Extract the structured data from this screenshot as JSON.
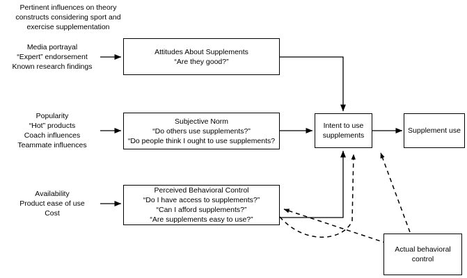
{
  "caption": {
    "lines": [
      "Pertinent influences on theory",
      "constructs considering sport and",
      "exercise supplementation"
    ]
  },
  "antecedents": [
    {
      "id": "attitude-antecedents",
      "lines": [
        "Media portrayal",
        "“Expert” endorsement",
        "Known research findings"
      ]
    },
    {
      "id": "norm-antecedents",
      "lines": [
        "Popularity",
        "“Hot” products",
        "Coach influences",
        "Teammate influences"
      ]
    },
    {
      "id": "pbc-antecedents",
      "lines": [
        "Availability",
        "Product ease of use",
        "Cost"
      ]
    }
  ],
  "nodes": {
    "attitudes": {
      "lines": [
        "Attitudes About Supplements",
        "“Are they good?”"
      ]
    },
    "subjective_norm": {
      "lines": [
        "Subjective Norm",
        "“Do others use supplements?”",
        "“Do people think I ought to use supplements?"
      ]
    },
    "perceived_behavioral_control": {
      "lines": [
        "Perceived Behavioral Control",
        "“Do I have access to supplements?”",
        "“Can I afford supplements?”",
        "“Are supplements easy to use?”"
      ]
    },
    "intent": {
      "lines": [
        "Intent to use",
        "supplements"
      ]
    },
    "supplement_use": {
      "lines": [
        "Supplement use"
      ]
    },
    "actual_behavioral_control": {
      "lines": [
        "Actual behavioral",
        "control"
      ]
    }
  },
  "edges": [
    {
      "id": "attitude-antecedents-to-attitudes",
      "style": "solid",
      "arrow": "single"
    },
    {
      "id": "norm-antecedents-to-subjective-norm",
      "style": "solid",
      "arrow": "single"
    },
    {
      "id": "pbc-antecedents-to-pbc",
      "style": "solid",
      "arrow": "single"
    },
    {
      "id": "attitudes-to-intent",
      "style": "solid",
      "arrow": "single"
    },
    {
      "id": "subjective-norm-to-intent",
      "style": "solid",
      "arrow": "single"
    },
    {
      "id": "pbc-to-intent",
      "style": "solid",
      "arrow": "single"
    },
    {
      "id": "intent-to-supplement-use",
      "style": "solid",
      "arrow": "single"
    },
    {
      "id": "actual-control-to-pbc",
      "style": "dashed",
      "arrow": "single"
    },
    {
      "id": "actual-control-to-intent",
      "style": "dashed",
      "arrow": "single"
    },
    {
      "id": "actual-control-to-supplement-use",
      "style": "dashed",
      "arrow": "single"
    }
  ],
  "colors": {
    "stroke": "#000000",
    "background": "#ffffff",
    "text": "#000000"
  }
}
